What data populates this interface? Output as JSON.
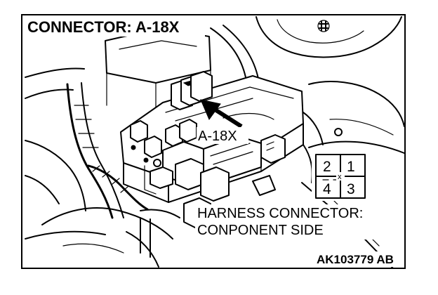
{
  "title": "CONNECTOR: A-18X",
  "callout_label": "A-18X",
  "connector_view": {
    "line1": "HARNESS CONNECTOR:",
    "line2": "CONPONENT SIDE",
    "pins": [
      "2",
      "1",
      "4",
      "3"
    ],
    "center_mark": "x"
  },
  "figure_code": "AK103779 AB"
}
